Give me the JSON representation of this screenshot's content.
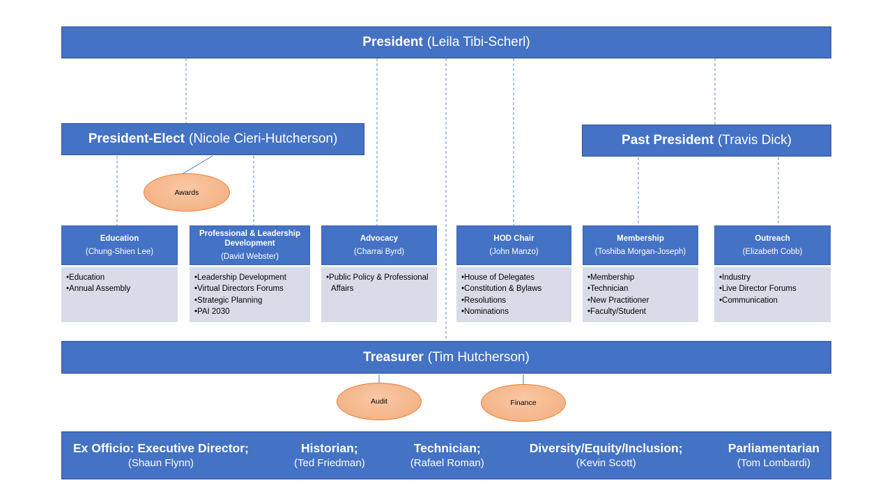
{
  "colors": {
    "bar_blue": "#4472C4",
    "bar_border": "#2F528F",
    "body_bg": "#D9DBE8",
    "ellipse_fill": "#F4B183",
    "ellipse_border": "#ED7D31",
    "connector_blue": "#4472C4"
  },
  "president": {
    "title": "President",
    "name": "(Leila Tibi-Scherl)"
  },
  "president_elect": {
    "title": "President-Elect",
    "name": "(Nicole Cieri-Hutcherson)"
  },
  "past_president": {
    "title": "Past President",
    "name": "(Travis Dick)"
  },
  "ellipses": {
    "awards": "Awards",
    "audit": "Audit",
    "finance": "Finance"
  },
  "departments": [
    {
      "title": "Education",
      "name": "(Chung-Shien Lee)",
      "items": [
        "Education",
        "Annual Assembly"
      ]
    },
    {
      "title": "Professional & Leadership Development",
      "name": "(David Webster)",
      "items": [
        "Leadership Development",
        "Virtual Directors Forums",
        "Strategic Planning",
        "PAI 2030"
      ]
    },
    {
      "title": "Advocacy",
      "name": "(Charrai Byrd)",
      "items": [
        "Public Policy & Professional Affairs"
      ]
    },
    {
      "title": "HOD Chair",
      "name": "(John Manzo)",
      "items": [
        "House of Delegates",
        "Constitution & Bylaws",
        "Resolutions",
        "Nominations"
      ]
    },
    {
      "title": "Membership",
      "name": "(Toshiba Morgan-Joseph)",
      "items": [
        "Membership",
        "Technician",
        "New Practitioner",
        "Faculty/Student"
      ]
    },
    {
      "title": "Outreach",
      "name": "(Elizabeth Cobb)",
      "items": [
        "Industry",
        "Live Director Forums",
        "Communication"
      ]
    }
  ],
  "treasurer": {
    "title": "Treasurer",
    "name": "(Tim Hutcherson)"
  },
  "ex_officio": [
    {
      "title": "Ex Officio: Executive Director;",
      "name": "(Shaun Flynn)"
    },
    {
      "title": "Historian;",
      "name": "(Ted Friedman)"
    },
    {
      "title": "Technician;",
      "name": "(Rafael Roman)"
    },
    {
      "title": "Diversity/Equity/Inclusion;",
      "name": "(Kevin Scott)"
    },
    {
      "title": "Parliamentarian",
      "name": "(Tom Lombardi)"
    }
  ]
}
